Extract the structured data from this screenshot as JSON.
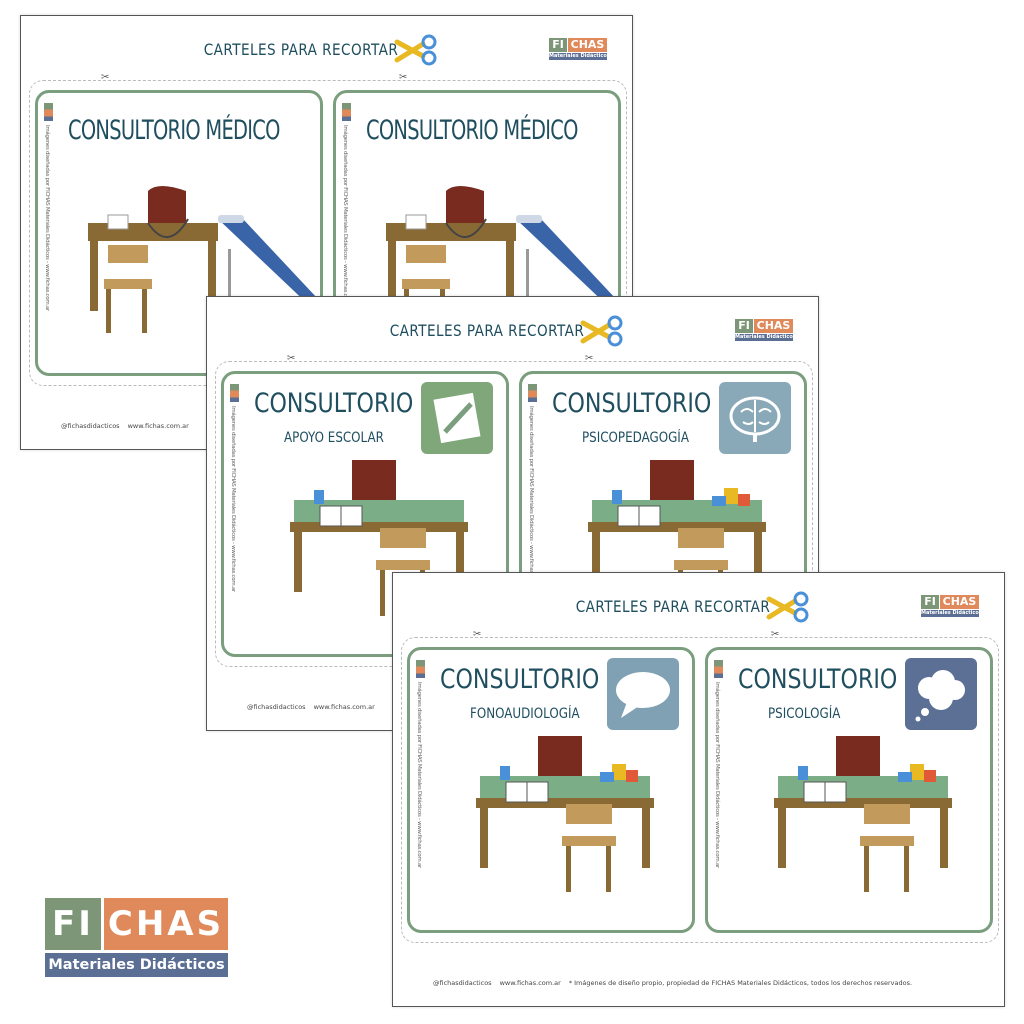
{
  "colors": {
    "card_border": "#7a9e7e",
    "title": "#1f4e5f",
    "logo_green": "#7d9678",
    "logo_orange": "#e0895a",
    "logo_blue": "#5b6e93"
  },
  "brand": {
    "fi": "FI",
    "chas": "CHAS",
    "subtitle": "Materiales Didácticos"
  },
  "sheets": [
    {
      "title": "CARTELES PARA RECORTAR",
      "footer_social": "@fichasdidacticos",
      "footer_web": "www.fichas.com.ar",
      "footer_note": "",
      "cards": [
        {
          "title": "CONSULTORIO MÉDICO",
          "subtitle": "",
          "icon": "",
          "icon_color": "",
          "scene": "medical",
          "credit": "Imágenes diseñadas por FICHAS Materiales Didácticos - www.fichas.com.ar"
        },
        {
          "title": "CONSULTORIO MÉDICO",
          "subtitle": "",
          "icon": "",
          "icon_color": "",
          "scene": "medical",
          "credit": "Imágenes diseñadas por FICHAS Materiales Didácticos - www.fichas.com.ar"
        }
      ]
    },
    {
      "title": "CARTELES PARA RECORTAR",
      "footer_social": "@fichasdidacticos",
      "footer_web": "www.fichas.com.ar",
      "footer_note": "",
      "cards": [
        {
          "title": "CONSULTORIO",
          "subtitle": "APOYO ESCOLAR",
          "icon": "pencil-paper-icon",
          "icon_color": "#7fa77a",
          "scene": "school",
          "credit": "Imágenes diseñadas por FICHAS Materiales Didácticos - www.fichas.com.ar"
        },
        {
          "title": "CONSULTORIO",
          "subtitle": "PSICOPEDAGOGÍA",
          "icon": "brain-icon",
          "icon_color": "#8aa9b8",
          "scene": "school-toys",
          "credit": "Imágenes diseñadas por FICHAS Materiales Didácticos - www.fichas.com.ar"
        }
      ]
    },
    {
      "title": "CARTELES PARA RECORTAR",
      "footer_social": "@fichasdidacticos",
      "footer_web": "www.fichas.com.ar",
      "footer_note": "* Imágenes de diseño propio, propiedad de FICHAS Materiales Didácticos, todos los derechos reservados.",
      "cards": [
        {
          "title": "CONSULTORIO",
          "subtitle": "FONOAUDIOLOGÍA",
          "icon": "speech-bubble-icon",
          "icon_color": "#7fa1b3",
          "scene": "school-toys",
          "credit": "Imágenes diseñadas por FICHAS Materiales Didácticos - www.fichas.com.ar"
        },
        {
          "title": "CONSULTORIO",
          "subtitle": "PSICOLOGÍA",
          "icon": "thought-cloud-icon",
          "icon_color": "#5c6f94",
          "scene": "school-toys",
          "credit": "Imágenes diseñadas por FICHAS Materiales Didácticos - www.fichas.com.ar"
        }
      ]
    }
  ]
}
